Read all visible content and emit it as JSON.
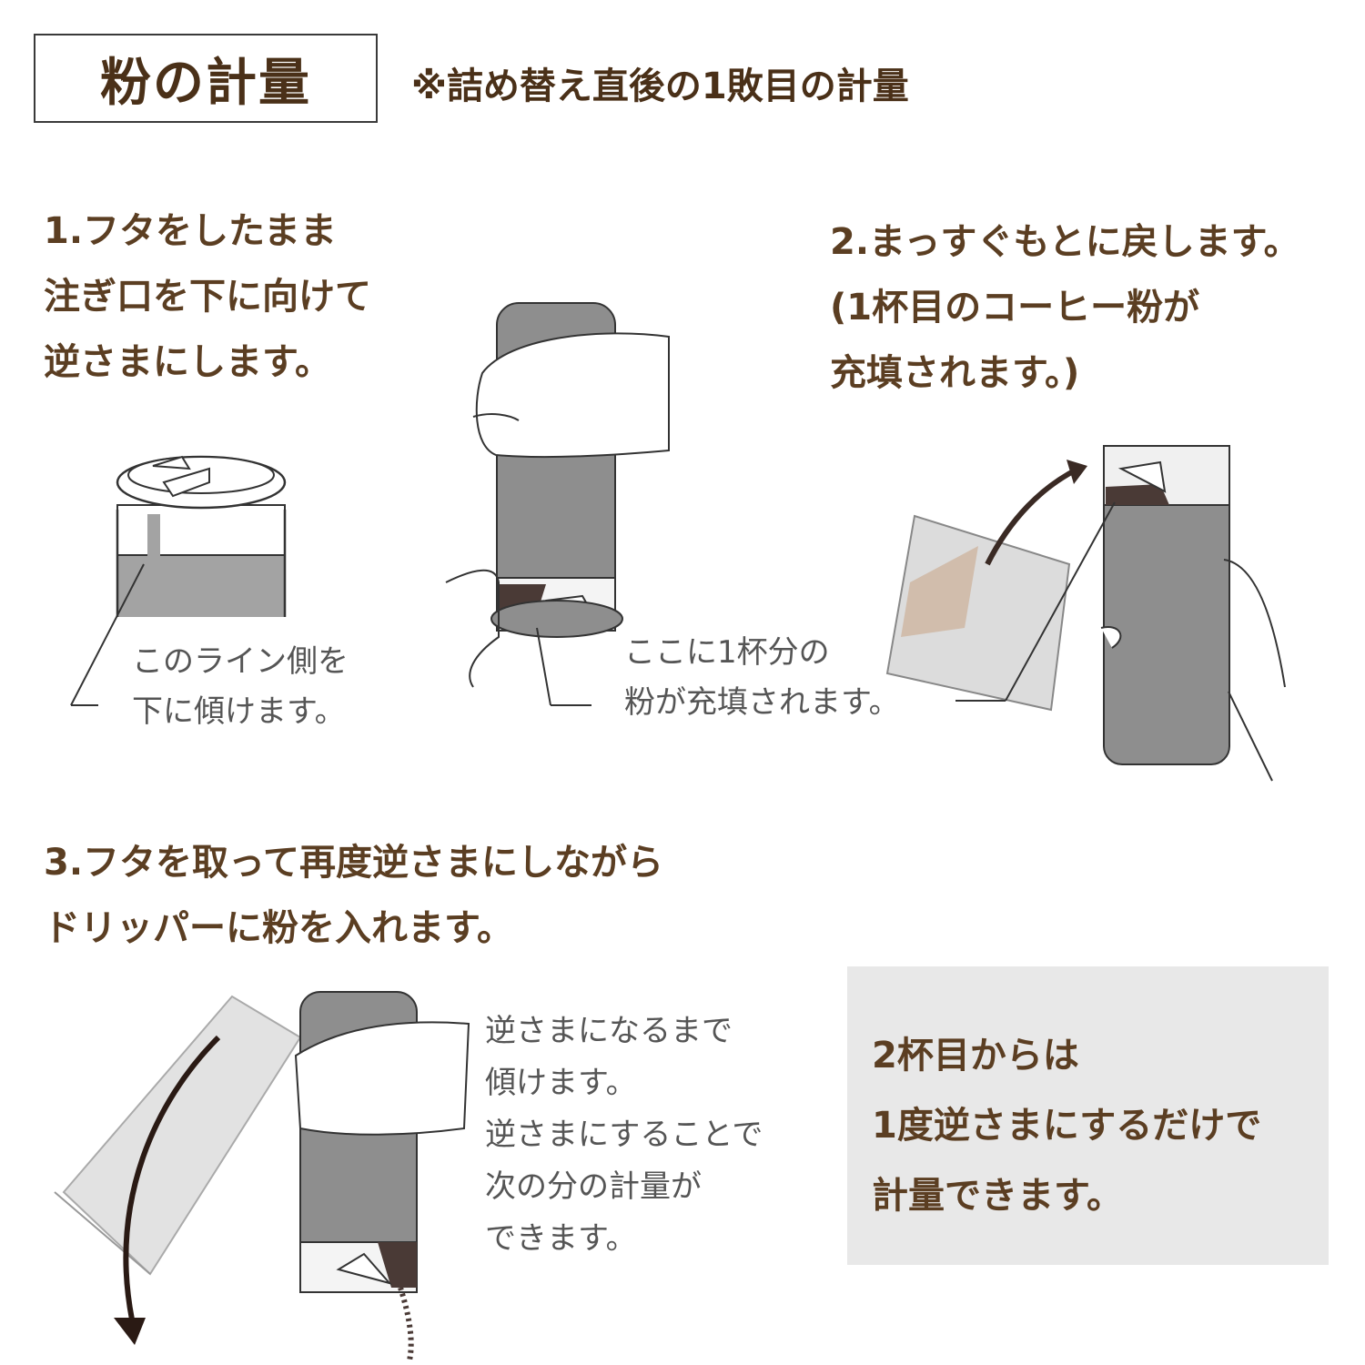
{
  "header": {
    "title": "粉の計量",
    "subtitle": "※詰め替え直後の1敗目の計量"
  },
  "steps": [
    {
      "text": "1.フタをしたまま\n注ぎ口を下に向けて\n逆さまにします。"
    },
    {
      "text": "2.まっすぐもとに戻します。\n(1杯目のコーヒー粉が\n充填されます。)"
    },
    {
      "text": "3.フタを取って再度逆さまにしながら\nドリッパーに粉を入れます。"
    }
  ],
  "captions": {
    "line_side": "このライン側を\n下に傾けます。",
    "filled_here": "ここに1杯分の\n粉が充填されます。",
    "tilt_until": "逆さまになるまで\n傾けます。\n逆さまにすることで\n次の分の計量が\nできます。"
  },
  "note": {
    "text": "2杯目からは\n1度逆さまにするだけで\n計量できます。"
  },
  "colors": {
    "text_brown": "#5b3e22",
    "canister_gray": "#a3a3a3",
    "coffee_dark": "#4a3a36",
    "note_bg": "#e8e8e8"
  }
}
